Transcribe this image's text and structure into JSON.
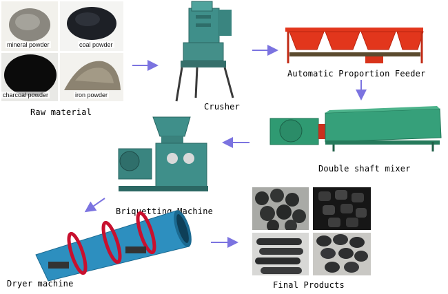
{
  "colors": {
    "arrow": "#7b73e0",
    "machine_teal": "#3f8f8a",
    "machine_green": "#2f9a72",
    "feeder_red": "#e2361c",
    "dryer_blue": "#2d8fbf",
    "dryer_ring": "#c8102e",
    "belt": "#5a4a2e"
  },
  "raw_material": {
    "label": "Raw material",
    "tiles": [
      {
        "caption": "mineral powder",
        "color": "#8e8c84"
      },
      {
        "caption": "coal powder",
        "color": "#1e2127"
      },
      {
        "caption": "charcoal powder",
        "color": "#0c0c0c"
      },
      {
        "caption": "iron powder",
        "color": "#8b8270"
      }
    ]
  },
  "stages": {
    "crusher": "Crusher",
    "feeder": "Automatic Proportion Feeder",
    "mixer": "Double shaft mixer",
    "briquetting": "Briquetting Machine",
    "dryer": "Dryer machine",
    "final": "Final Products"
  }
}
